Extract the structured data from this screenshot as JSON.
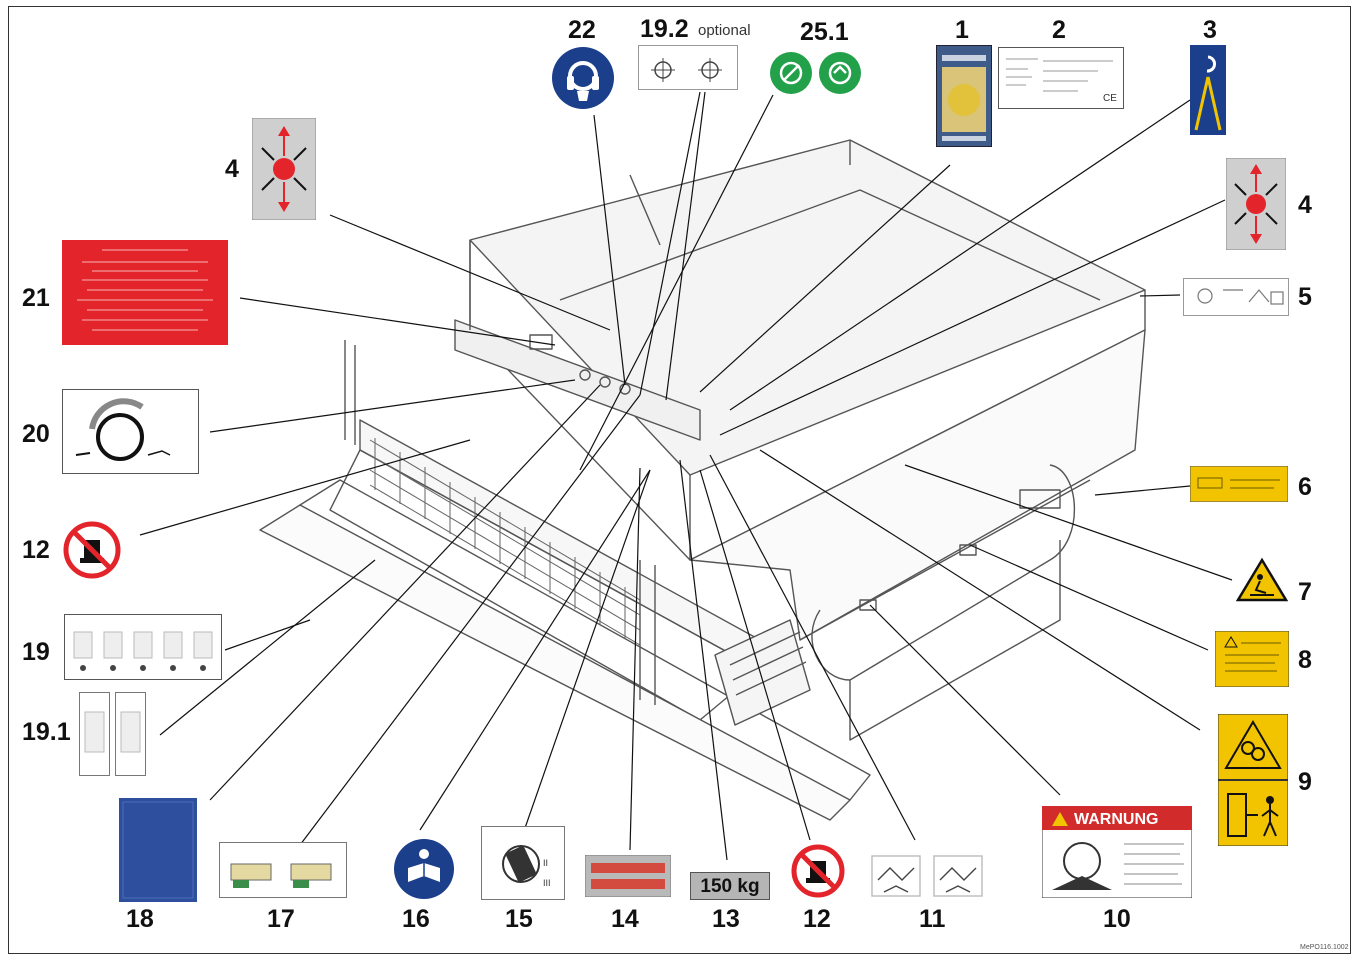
{
  "figure": {
    "reference_code": "MePO116.1002",
    "callouts": [
      {
        "id": "n1",
        "text": "1"
      },
      {
        "id": "n2",
        "text": "2"
      },
      {
        "id": "n3",
        "text": "3"
      },
      {
        "id": "n4a",
        "text": "4"
      },
      {
        "id": "n4b",
        "text": "4"
      },
      {
        "id": "n5",
        "text": "5"
      },
      {
        "id": "n6",
        "text": "6"
      },
      {
        "id": "n7",
        "text": "7"
      },
      {
        "id": "n8",
        "text": "8"
      },
      {
        "id": "n9",
        "text": "9"
      },
      {
        "id": "n10",
        "text": "10"
      },
      {
        "id": "n11",
        "text": "11"
      },
      {
        "id": "n12a",
        "text": "12"
      },
      {
        "id": "n12b",
        "text": "12"
      },
      {
        "id": "n13",
        "text": "13"
      },
      {
        "id": "n14",
        "text": "14"
      },
      {
        "id": "n15",
        "text": "15"
      },
      {
        "id": "n16",
        "text": "16"
      },
      {
        "id": "n17",
        "text": "17"
      },
      {
        "id": "n18",
        "text": "18"
      },
      {
        "id": "n19",
        "text": "19"
      },
      {
        "id": "n191",
        "text": "19.1"
      },
      {
        "id": "n192",
        "text": "19.2"
      },
      {
        "id": "n20",
        "text": "20"
      },
      {
        "id": "n21",
        "text": "21"
      },
      {
        "id": "n22",
        "text": "22"
      },
      {
        "id": "n251",
        "text": "25.1"
      }
    ],
    "optional_note": "optional",
    "labels": {
      "weight_plate": "150 kg",
      "warning_header": "WARNUNG",
      "ce_mark": "CE"
    },
    "colors": {
      "red_sign": "#e3242b",
      "blue_sign": "#1b3f8b",
      "green_sign": "#22a04a",
      "yellow_sign": "#f2c400",
      "line": "#111111",
      "drawing": "#555555"
    }
  }
}
